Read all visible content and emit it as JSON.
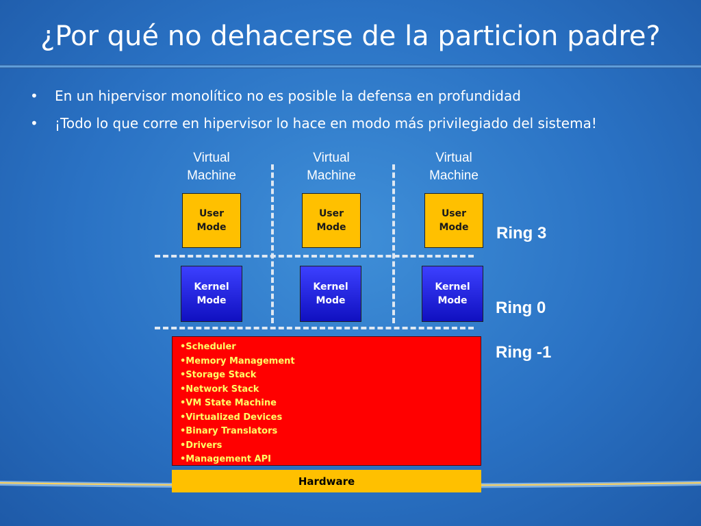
{
  "slide": {
    "title": "¿Por qué no dehacerse de la particion padre?",
    "bullets": [
      "En un hipervisor monolítico no es posible la defensa en profundidad",
      "¡Todo lo que corre en hipervisor lo hace en modo más privilegiado del sistema!"
    ],
    "bullet_marker": "•"
  },
  "diagram": {
    "vm_labels": [
      "Virtual\nMachine",
      "Virtual\nMachine",
      "Virtual\nMachine"
    ],
    "user_mode": [
      "User\nMode",
      "User\nMode",
      "User\nMode"
    ],
    "kernel_mode": [
      "Kernel\nMode",
      "Kernel\nMode",
      "Kernel\nMode"
    ],
    "rings": [
      "Ring 3",
      "Ring 0",
      "Ring -1"
    ],
    "hypervisor_items": [
      "•Scheduler",
      "•Memory Management",
      "•Storage Stack",
      "•Network Stack",
      "•VM State Machine",
      "•Virtualized Devices",
      "•Binary Translators",
      "•Drivers",
      "•Management API"
    ],
    "hardware": "Hardware",
    "colors": {
      "user_mode": "#ffc000",
      "kernel_mode": "#2020e0",
      "hypervisor": "#ff0000",
      "hypervisor_text": "#ffff66",
      "hardware": "#ffc000",
      "background": "#2a72c4"
    }
  }
}
